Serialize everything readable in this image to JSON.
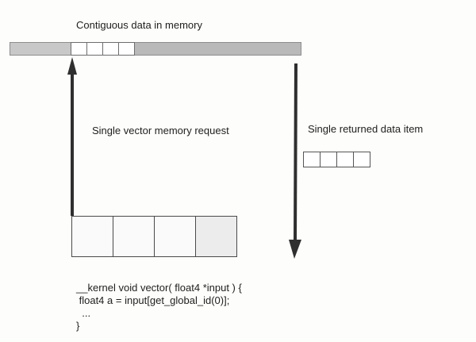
{
  "labels": {
    "title": "Contiguous data in memory",
    "request": "Single vector memory request",
    "returned": "Single returned data item"
  },
  "code_lines": [
    "__kernel void vector( float4 *input ) {",
    " float4 a = input[get_global_id(0)];",
    "  ...",
    "}"
  ],
  "memory_cells": 4,
  "returned_cells": 4,
  "request_cells": 4,
  "colors": {
    "arrow": "#2f2f2f",
    "memory_bar": "#b9b9b9",
    "cell_border": "#555555"
  }
}
